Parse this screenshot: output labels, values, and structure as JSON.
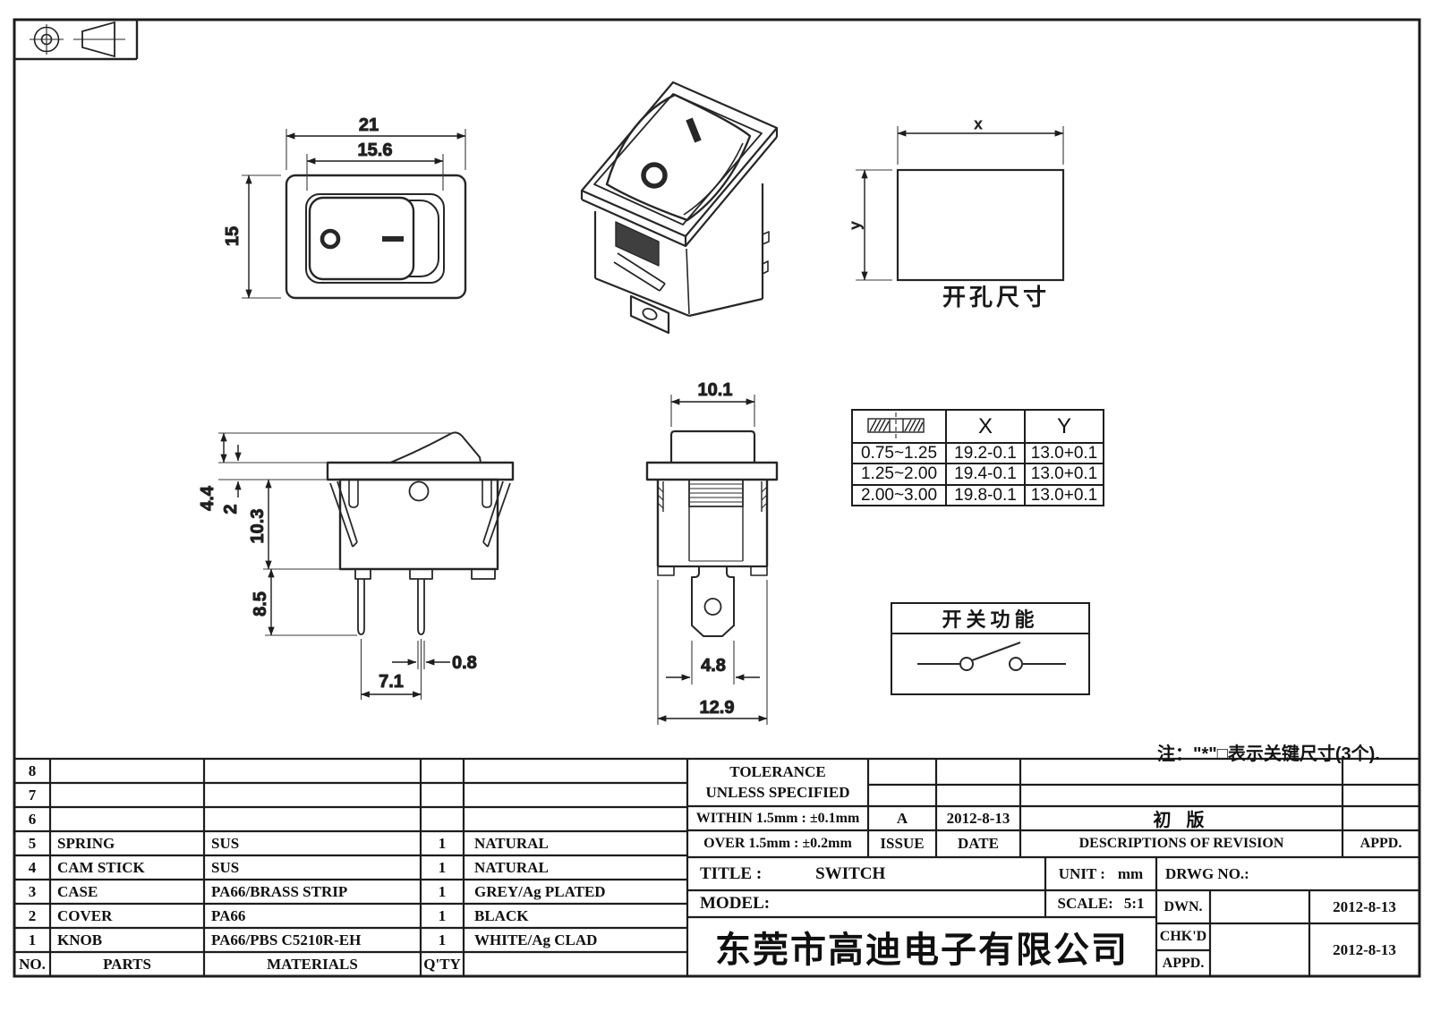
{
  "sheet": {
    "note": "注：\"*\"□表示关键尺寸(3个).",
    "cutout_caption": "开孔尺寸"
  },
  "dims": {
    "top_width": "21",
    "top_inner_width": "15.6",
    "top_height": "15",
    "cutout_x": "x",
    "cutout_y": "y",
    "side_rocker_height": "4.4",
    "side_flange_thickness": "2",
    "side_body_height": "10.3",
    "side_pin_length": "8.5",
    "side_pin_thickness": "0.8",
    "side_pin_pitch": "7.1",
    "front_rocker_width": "10.1",
    "front_terminal_width": "4.8",
    "front_body_width": "12.9"
  },
  "xy_table": {
    "col_x": "X",
    "col_y": "Y",
    "rows": [
      {
        "range": "0.75~1.25",
        "x": "19.2-0.1",
        "y": "13.0+0.1"
      },
      {
        "range": "1.25~2.00",
        "x": "19.4-0.1",
        "y": "13.0+0.1"
      },
      {
        "range": "2.00~3.00",
        "x": "19.8-0.1",
        "y": "13.0+0.1"
      }
    ]
  },
  "function_box": {
    "title": "开关功能"
  },
  "parts_table": {
    "headers": {
      "no": "NO.",
      "parts": "PARTS",
      "materials": "MATERIALS",
      "qty": "Q'TY",
      "finish": ""
    },
    "rows": [
      {
        "no": "8",
        "parts": "",
        "materials": "",
        "qty": "",
        "finish": ""
      },
      {
        "no": "7",
        "parts": "",
        "materials": "",
        "qty": "",
        "finish": ""
      },
      {
        "no": "6",
        "parts": "",
        "materials": "",
        "qty": "",
        "finish": ""
      },
      {
        "no": "5",
        "parts": "SPRING",
        "materials": "SUS",
        "qty": "1",
        "finish": "NATURAL"
      },
      {
        "no": "4",
        "parts": "CAM STICK",
        "materials": "SUS",
        "qty": "1",
        "finish": "NATURAL"
      },
      {
        "no": "3",
        "parts": "CASE",
        "materials": "PA66/BRASS STRIP",
        "qty": "1",
        "finish": "GREY/Ag PLATED"
      },
      {
        "no": "2",
        "parts": "COVER",
        "materials": "PA66",
        "qty": "1",
        "finish": "BLACK"
      },
      {
        "no": "1",
        "parts": "KNOB",
        "materials": "PA66/PBS C5210R-EH",
        "qty": "1",
        "finish": "WHITE/Ag CLAD"
      }
    ]
  },
  "title_block": {
    "tolerance_line1": "TOLERANCE",
    "tolerance_line2": "UNLESS  SPECIFIED",
    "within": "WITHIN 1.5mm : ±0.1mm",
    "over": "OVER 1.5mm : ±0.2mm",
    "issue_value": "A",
    "issue_label": "ISSUE",
    "date_value": "2012-8-13",
    "date_label": "DATE",
    "revision_value": "初 版",
    "revision_label": "DESCRIPTIONS OF REVISION",
    "appd_label": "APPD.",
    "title_label": "TITLE :",
    "title_value": "SWITCH",
    "unit_label": "UNIT :",
    "unit_value": "mm",
    "drwg_label": "DRWG NO.:",
    "model_label": "MODEL:",
    "scale_label": "SCALE:",
    "scale_value": "5:1",
    "company": "东莞市高迪电子有限公司",
    "dwn_label": "DWN.",
    "dwn_date": "2012-8-13",
    "chkd_label": "CHK'D",
    "chkd_date": "2012-8-13",
    "appd_row_label": "APPD."
  }
}
